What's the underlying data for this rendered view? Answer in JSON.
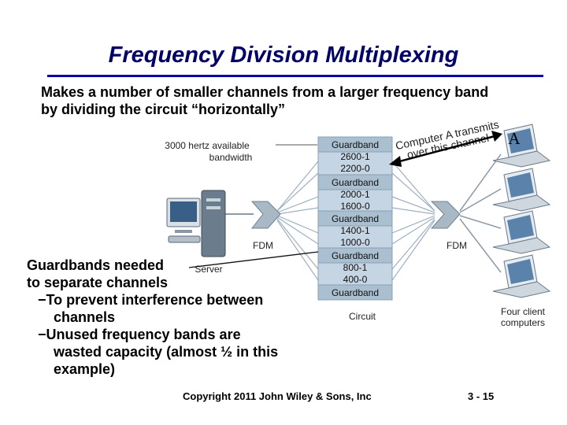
{
  "title": "Frequency Division Multiplexing",
  "subtitle": [
    "Makes a number of smaller channels from a larger frequency band",
    "by dividing the circuit “horizontally”"
  ],
  "bandwidth_label": [
    "3000 hertz available",
    "bandwidth"
  ],
  "channel_stack": [
    "Guardband",
    "2600-1",
    "2200-0",
    "Guardband",
    "2000-1",
    "1600-0",
    "Guardband",
    "1400-1",
    "1000-0",
    "Guardband",
    "800-1",
    "400-0",
    "Guardband"
  ],
  "callout_text": [
    "Computer A transmits",
    "over this channel"
  ],
  "computer_a_label": "A",
  "fdm_left_label": "FDM",
  "fdm_right_label": "FDM",
  "server_label": "Server",
  "circuit_label": "Circuit",
  "clients_label": [
    "Four client",
    "computers"
  ],
  "note": {
    "lines": [
      "Guardbands needed",
      "to separate channels"
    ],
    "bullets": [
      "−To prevent interference between channels",
      "−Unused frequency bands are wasted capacity (almost ½ in this example)"
    ]
  },
  "copyright": "Copyright 2011 John Wiley & Sons, Inc",
  "page_number": "3 - 15",
  "colors": {
    "title": "#000066",
    "title_rule": "#0000aa",
    "box_fill": "#c5d5e3",
    "box_stroke": "#8aa0b4",
    "fdm": "#a8b8c4"
  }
}
